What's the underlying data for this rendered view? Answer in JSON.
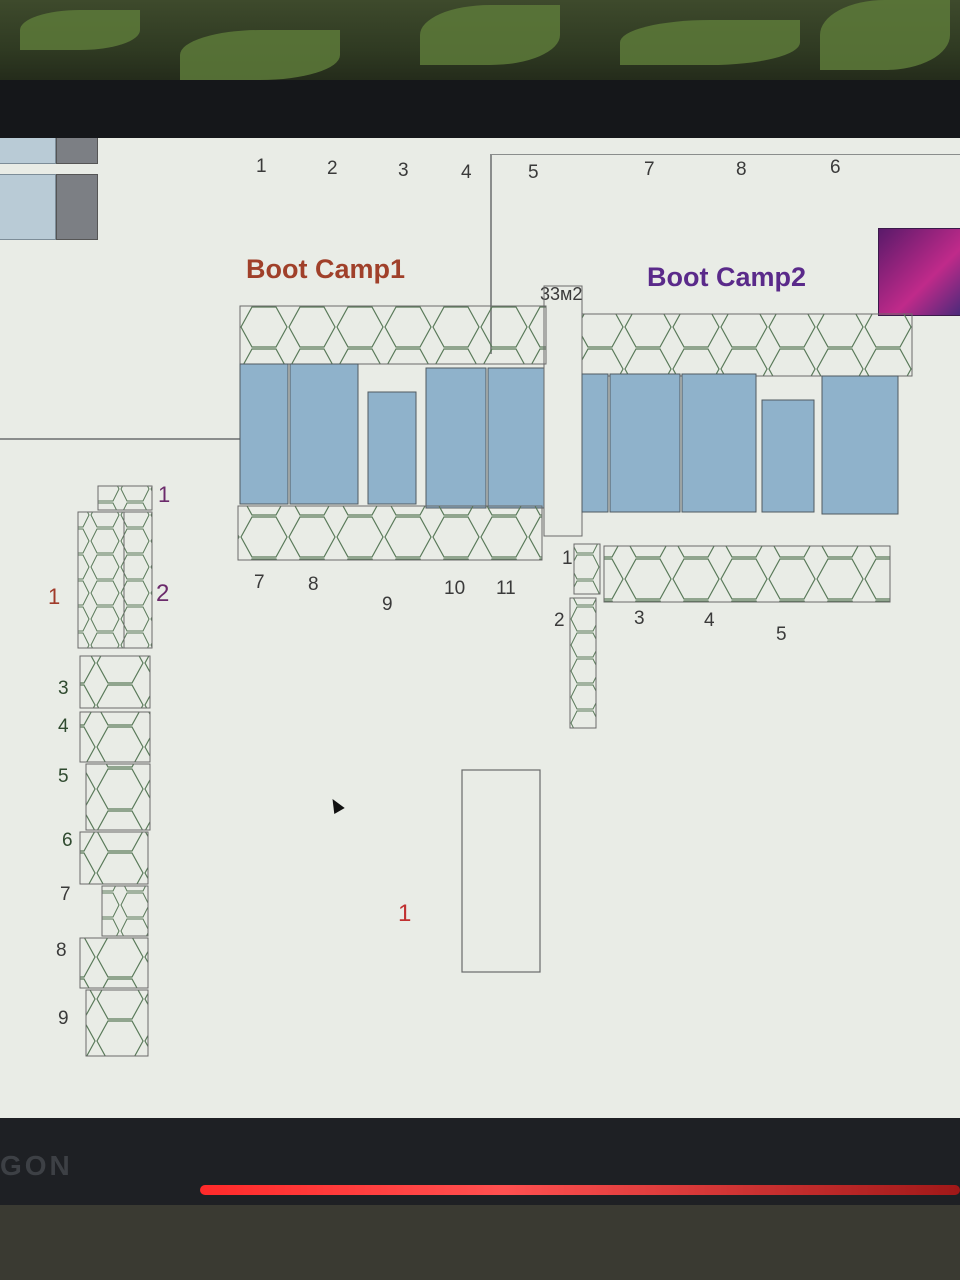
{
  "plan": {
    "top_numbers": [
      "1",
      "2",
      "3",
      "4",
      "5",
      "7",
      "8",
      "6"
    ],
    "bootcamp1_title": "Boot Camp1",
    "bootcamp2_title": "Boot Camp2",
    "area_label": "33м2",
    "bc1_bottom_numbers": [
      "7",
      "8",
      "9",
      "10",
      "11"
    ],
    "bc2_side_numbers": [
      "1",
      "2"
    ],
    "bc2_bottom_numbers": [
      "3",
      "4",
      "5"
    ],
    "left_numbers_top": [
      "1",
      "1",
      "2"
    ],
    "left_column_numbers": [
      "3",
      "4",
      "5",
      "6",
      "7",
      "8",
      "9"
    ],
    "floor_box_label": "1",
    "monitor_brand": "GON"
  },
  "colors": {
    "panel_fill": "#8fb2cb",
    "hex_stroke": "#5a7a5a",
    "screen_bg": "#e9ece6"
  }
}
